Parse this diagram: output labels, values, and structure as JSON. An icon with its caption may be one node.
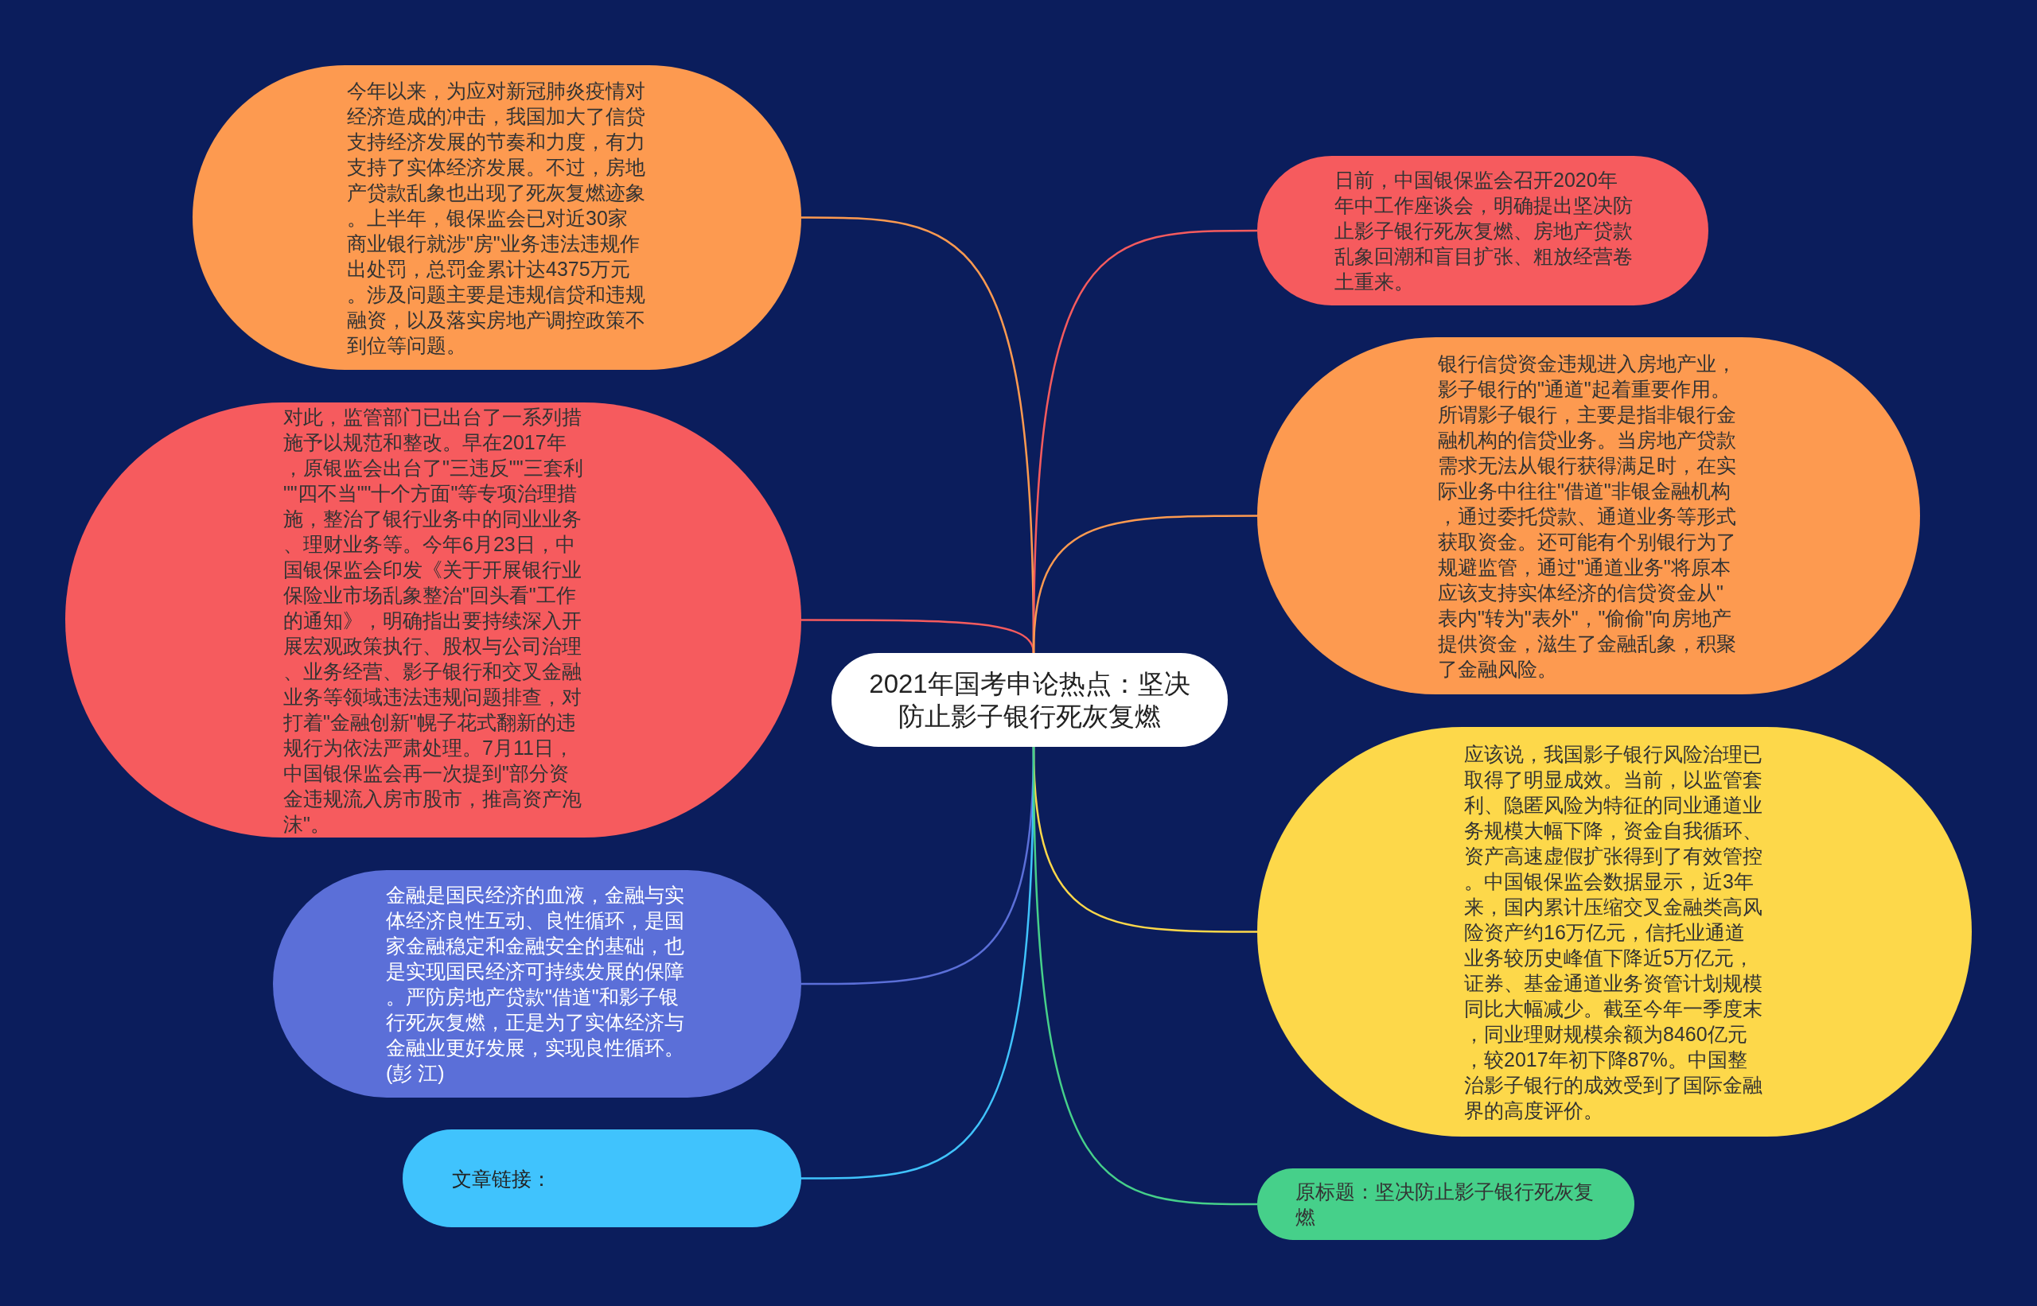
{
  "diagram": {
    "nodes": [
      {
        "text": [
          "2021年国考申论热点：坚决防止影子银行死灰复燃"
        ]
      },
      {
        "text": [
          "今年以来，为应对新冠肺炎疫情对经济造成的冲击，我国加大了信贷支持经济发展的节奏和力度，有力支持了实体经济发展。不过，房地产贷款乱象也出现了死灰复燃迹象。上半年，银保监会已对近30家商业银行就涉\"房\"业务违法违规作出处罚，总罚金累计达4375万元。涉及问题主要是违规信贷和违规融资，以及落实房地产调控政策不到位等问题。"
        ]
      },
      {
        "text": [
          "对此，监管部门已出台了一系列措施予以规范和整改。早在2017年，原银监会出台了\"三违反\"\"三套利\"\"四不当\"\"十个方面\"等专项治理措施，整治了银行业务中的同业业务、理财业务等。今年6月23日，中国银保监会印发《关于开展银行业保险业市场乱象整治\"回头看\"工作的通知》，明确指出要持续深入开展宏观政策执行、股权与公司治理、业务经营、影子银行和交叉金融业务等领域违法违规问题排查，对打着\"金融创新\"幌子花式翻新的违规行为依法严肃处理。7月11日，中国银保监会再一次提到\"部分资金违规流入房市股市，推高资产泡沫\"。"
        ]
      },
      {
        "text": [
          "金融是国民经济的血液，金融与实体经济良性互动、良性循环，是国家金融稳定和金融安全的基础，也是实现国民经济可持续发展的保障。严防房地产贷款\"借道\"和影子银行死灰复燃，正是为了实体经济与金融业更好发展，实现良性循环。(彭 江)"
        ]
      },
      {
        "text": [
          "文章链接："
        ]
      },
      {
        "text": [
          "日前，中国银保监会召开2020年年中工作座谈会，明确提出坚决防止影子银行死灰复燃、房地产贷款乱象回潮和盲目扩张、粗放经营卷土重来。"
        ]
      },
      {
        "text": [
          "银行信贷资金违规进入房地产业，影子银行的\"通道\"起着重要作用。所谓影子银行，主要是指非银行金融机构的信贷业务。当房地产贷款需求无法从银行获得满足时，在实际业务中往往\"借道\"非银金融机构，通过委托贷款、通道业务等形式获取资金。还可能有个别银行为了规避监管，通过\"通道业务\"将原本应该支持实体经济的信贷资金从\"表内\"转为\"表外\"，\"偷偷\"向房地产提供资金，滋生了金融乱象，积聚了金融风险。"
        ]
      },
      {
        "text": [
          "应该说，我国影子银行风险治理已取得了明显成效。当前，以监管套利、隐匿风险为特征的同业通道业务规模大幅下降，资金自我循环、资产高速虚假扩张得到了有效管控。中国银保监会数据显示，近3年来，国内累计压缩交叉金融类高风险资产约16万亿元，信托业通道业务较历史峰值下降近5万亿元，证券、基金通道业务资管计划规模同比大幅减少。截至今年一季度末，同业理财规模余额为8460亿元，较2017年初下降87%。中国整治影子银行的成效受到了国际金融界的高度评价。"
        ]
      },
      {
        "text": [
          "原标题：坚决防止影子银行死灰复燃"
        ]
      }
    ],
    "edges": [
      {
        "from": 0,
        "to": 1,
        "arrow": "none",
        "color": "#fd9a50"
      },
      {
        "from": 0,
        "to": 2,
        "arrow": "none",
        "color": "#f65b5e"
      },
      {
        "from": 0,
        "to": 3,
        "arrow": "none",
        "color": "#5b6fd8"
      },
      {
        "from": 0,
        "to": 4,
        "arrow": "none",
        "color": "#40c3fd"
      },
      {
        "from": 0,
        "to": 5,
        "arrow": "none",
        "color": "#f65b5e"
      },
      {
        "from": 0,
        "to": 6,
        "arrow": "none",
        "color": "#fd9a50"
      },
      {
        "from": 0,
        "to": 7,
        "arrow": "none",
        "color": "#fdd84a"
      },
      {
        "from": 0,
        "to": 8,
        "arrow": "none",
        "color": "#46d08a"
      }
    ]
  }
}
